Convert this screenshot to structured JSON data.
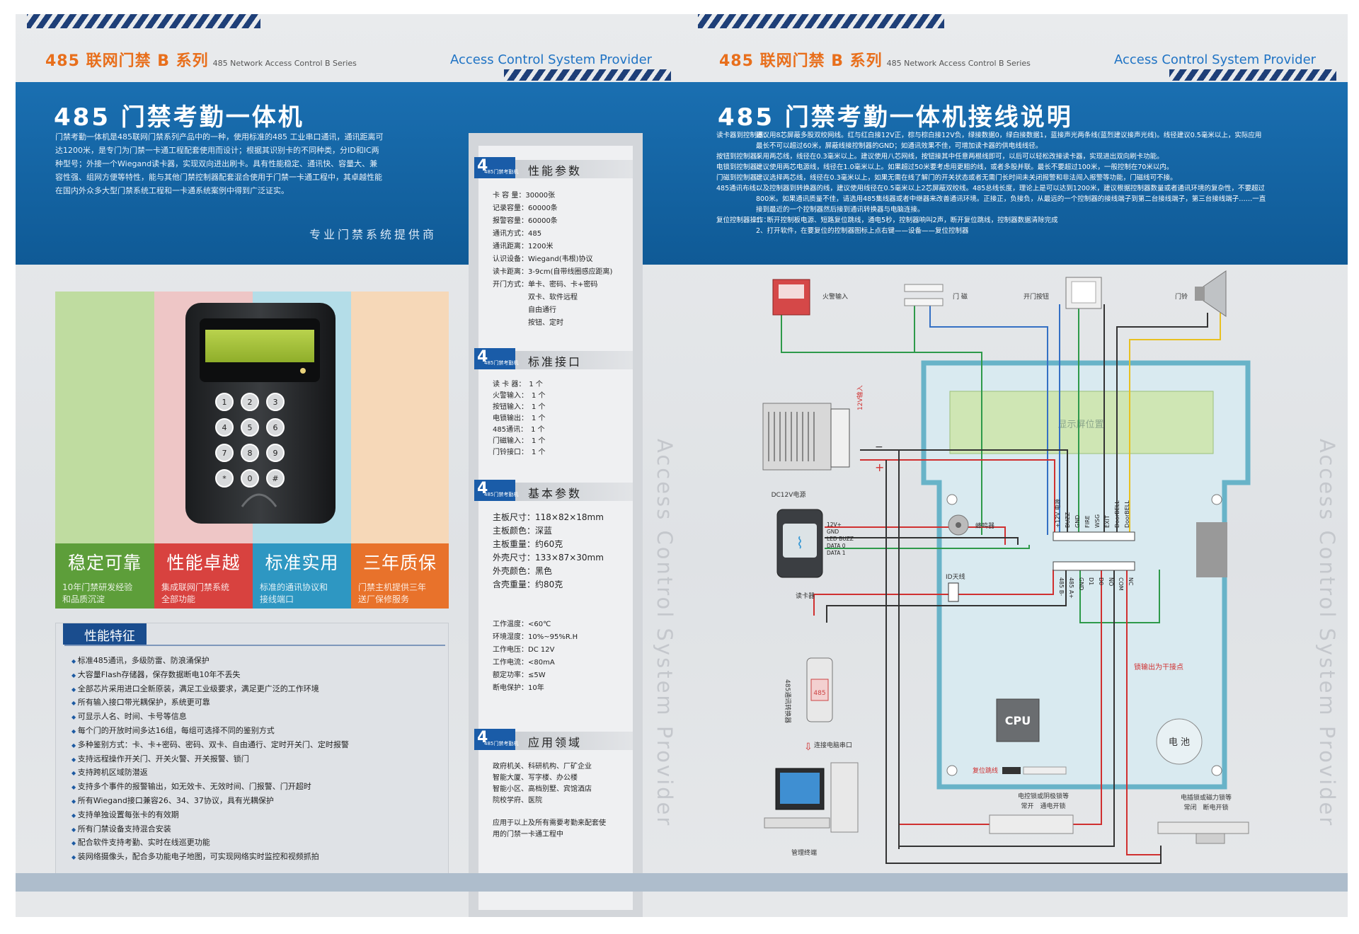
{
  "header": {
    "series": "485 联网门禁 B 系列",
    "series_en": "485 Network Access Control  B  Series",
    "provider": "Access Control System Provider"
  },
  "left": {
    "title": "485 门禁考勤一体机",
    "intro_lines": [
      "门禁考勤一体机是485联网门禁系列产品中的一种，使用标准的485 工业串口通讯，通讯距离可",
      "达1200米，是专门为门禁一卡通工程配套使用而设计；根据其识别卡的不同种类，分ID和IC两",
      "种型号；外接一个Wiegand读卡器，实现双向进出刷卡。具有性能稳定、通讯快、容量大、兼",
      "容性强、组网方便等特性，能与其他门禁控制器配套混合使用于门禁一卡通工程中，其卓越性能",
      "在国内外众多大型门禁系统工程和一卡通系统案例中得到广泛证实。"
    ],
    "tagline": "专业门禁系统提供商",
    "features": [
      {
        "title": "稳定可靠",
        "desc": [
          "10年门禁研发经验",
          "和品质沉淀"
        ],
        "color": "#8dbf5a"
      },
      {
        "title": "性能卓越",
        "desc": [
          "集成联网门禁系统",
          "全部功能"
        ],
        "color": "#e3534c"
      },
      {
        "title": "标准实用",
        "desc": [
          "标准的通讯协议和",
          "接线端口"
        ],
        "color": "#3aa6cf"
      },
      {
        "title": "三年质保",
        "desc": [
          "门禁主机提供三年",
          "送厂保修服务"
        ],
        "color": "#ef7f37"
      }
    ],
    "keypad": [
      "1",
      "2",
      "3",
      "4",
      "5",
      "6",
      "7",
      "8",
      "9",
      "*",
      "0",
      "#"
    ],
    "feature_box": {
      "heading": "性能特征",
      "items": [
        "标准485通讯，多级防雷、防浪涌保护",
        "大容量Flash存储器，保存数据断电10年不丢失",
        "全部芯片采用进口全新原装，满足工业级要求，满足更广泛的工作环境",
        "所有输入接口带光耦保护，系统更可靠",
        "可显示人名、时间、卡号等信息",
        "每个门的开放时间多达16组，每组可选择不同的鉴别方式",
        "多种鉴别方式：卡、卡+密码、密码、双卡、自由通行、定时开关门、定时报警",
        "支持远程操作开关门、开关火警、开关报警、锁门",
        "支持跨机区域防潜返",
        "支持多个事件的报警输出，如无效卡、无效时间、门报警、门开超时",
        "所有Wiegand接口兼容26、34、37协议，具有光耦保护",
        "支持单独设置每张卡的有效期",
        "所有门禁设备支持混合安装",
        "配合软件支持考勤、实时在线巡更功能",
        "装网络摄像头，配合多功能电子地图，可实现网络实时监控和视频抓拍"
      ]
    },
    "sidebar": {
      "badge": "485门禁考勤机",
      "perf": {
        "title": "性能参数",
        "rows": [
          "卡 容 量：30000张",
          "记录容量：60000条",
          "报警容量：60000条",
          "通讯方式：485",
          "通讯距离：1200米",
          "认识设备：Wiegand(韦根)协议",
          "读卡距离：3-9cm(自带线圈感应距离)",
          "开门方式：单卡、密码、卡+密码",
          "　　　　　双卡、软件远程",
          "　　　　　自由通行",
          "　　　　　按钮、定时"
        ]
      },
      "iface": {
        "title": "标准接口",
        "rows": [
          "读 卡 器：　1 个",
          "火警输入：　1 个",
          "按钮输入：　1 个",
          "电锁输出：　1 个",
          "485通讯：　1 个",
          "门磁输入：　1 个",
          "门铃接口：　1 个"
        ]
      },
      "basic": {
        "title": "基本参数",
        "rows": [
          "主板尺寸：118×82×18mm",
          "主板颜色：深蓝",
          "主板重量：约60克",
          "外壳尺寸：133×87×30mm",
          "外壳颜色：黑色",
          "含壳重量：约80克"
        ],
        "rows2": [
          "工作温度：<60℃",
          "环境湿度：10%~95%R.H",
          "工作电压：DC 12V",
          "工作电流：<80mA",
          "额定功率：≤5W",
          "断电保护：10年"
        ]
      },
      "apps": {
        "title": "应用领域",
        "rows": [
          "政府机关、科研机构、厂矿企业",
          "智能大厦、写字楼、办公楼",
          "智能小区、高档别墅、宾馆酒店",
          "院校学府、医院",
          "",
          "应用于以上及所有需要考勤来配套使",
          "用的门禁一卡通工程中"
        ]
      }
    }
  },
  "right": {
    "title": "485 门禁考勤一体机接线说明",
    "wiring": [
      {
        "k": "读卡器到控制器：",
        "v": "建议用8芯屏蔽多股双绞网线。红与红白接12V正，棕与棕白接12V负，绿接数据0，绿白接数据1，蓝接声光两条线(蓝烈建议接声光线)。线径建议0.5毫米以上，实际应用"
      },
      {
        "k": "",
        "v": "最长不可以超过60米，屏蔽线接控制器的GND；如通讯效果不佳，可增加读卡器的供电线线径。"
      },
      {
        "k": "按钮到控制器：",
        "v": "采用两芯线，线径在0.3毫米以上。建议使用八芯网线，按钮接其中任意两根线即可，以后可以轻松改接读卡器，实现进出双向刷卡功能。"
      },
      {
        "k": "电锁到控制器：",
        "v": "建议使用两芯电源线，线径在1.0毫米以上。如果超过50米要考虑用更粗的线，或者多股并联。最长不要超过100米，一般控制在70米以内。"
      },
      {
        "k": "门磁到控制器：",
        "v": "建议选择两芯线，线径在0.3毫米以上，如果无需在线了解门的开关状态或者无需门长时间未关闭报警和非法闯入报警等功能，门磁线可不接。"
      },
      {
        "k": "485通讯布线：",
        "v": "以及控制器到转换器的线，建议使用线径在0.5毫米以上2芯屏蔽双绞线。485总线长度，理论上是可以达到1200米，建议根据控制器数量或者通讯环境的复杂性，不要超过"
      },
      {
        "k": "",
        "v": "800米。如果通讯质量不佳，请选用485集线器或者中继器来改善通讯环境。正接正，负接负，从最远的一个控制器的接线端子到第二台接线端子，第三台接线端子……一直"
      },
      {
        "k": "",
        "v": "接到最近的一个控制器然后接到通讯转换器与电脑连接。"
      },
      {
        "k": "复位控制器操作：",
        "v": "1、断开控制板电源、短路复位跳线，通电5秒，控制器响叫2声，断开复位跳线，控制器数据清除完成"
      },
      {
        "k": "",
        "v": "2、打开软件，在要复位的控制器图标上点右键——设备——复位控制器"
      }
    ],
    "diagram": {
      "fire": "火警输入",
      "door_sensor": "门 磁",
      "exit_button": "开门按钮",
      "doorbell": "门铃",
      "power": "DC12V电源",
      "power_v": "12V输入",
      "display": "显示屏位置",
      "buzzer": "蜂鸣器",
      "reader": "读卡器",
      "antenna": "ID天线",
      "converter": "485通讯转换器",
      "converter_tag": "485",
      "pc_port": "连接电脑串口",
      "pc": "管理终端",
      "cpu": "CPU",
      "battery": "电 池",
      "reset": "复位跳线",
      "relay_note": "锁输出为干接点",
      "lock1": [
        "电控锁或阴极锁等",
        "常开　通电开锁"
      ],
      "lock2": [
        "电插锁或磁力锁等",
        "常闭　断电开锁"
      ],
      "reader_pins": [
        "12V+",
        "GND",
        "LED BUZZ",
        "DATA 0",
        "DATA 1"
      ],
      "top_pins": [
        "+12V 电源",
        "BUZZ",
        "GND",
        "FIRE",
        "WSG",
        "EXIT",
        "DoorBELL",
        "DoorBELL"
      ],
      "bottom_pins": [
        "485 B-",
        "485 A+",
        "GND",
        "D1",
        "D0",
        "NO",
        "COM",
        "NC"
      ],
      "plus": "+",
      "minus": "−"
    }
  },
  "vertical": "Access Control System Provider"
}
